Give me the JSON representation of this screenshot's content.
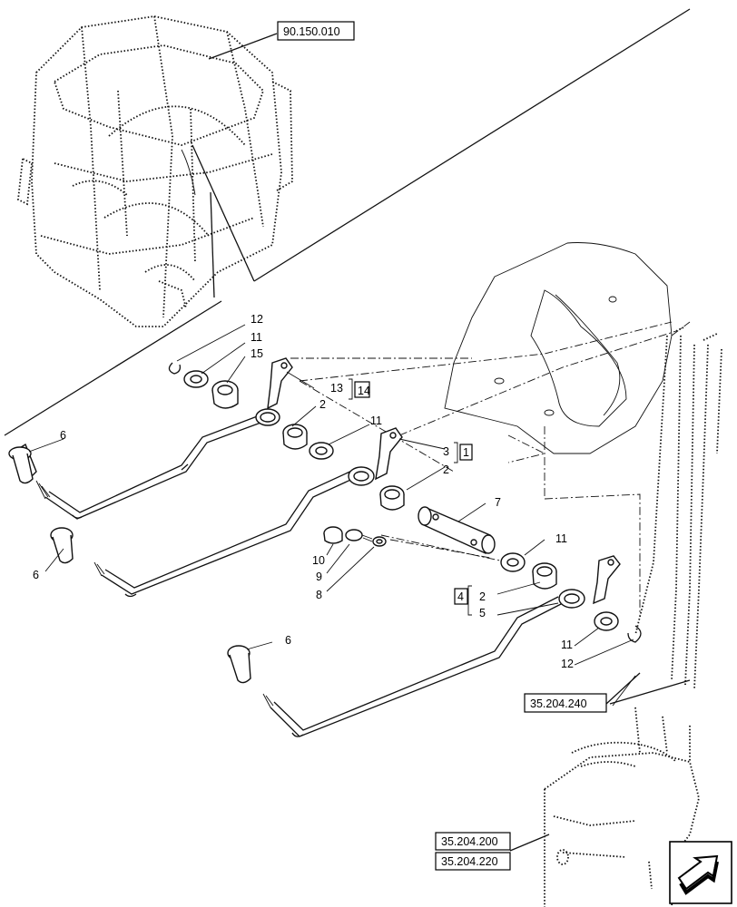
{
  "references": {
    "top": "90.150.010",
    "middle": "35.204.240",
    "bottom_a": "35.204.200",
    "bottom_b": "35.204.220"
  },
  "callouts": {
    "c12a": "12",
    "c11a": "11",
    "c15": "15",
    "c13": "13",
    "c14": "14",
    "c2a": "2",
    "c11b": "11",
    "c6a": "6",
    "c3": "3",
    "c1": "1",
    "c2b": "2",
    "c7": "7",
    "c10": "10",
    "c9": "9",
    "c8": "8",
    "c6b": "6",
    "c11c": "11",
    "c4": "4",
    "c2c": "2",
    "c5": "5",
    "c11d": "11",
    "c12b": "12",
    "c6c": "6"
  },
  "icons": [
    "cab-frame-icon",
    "next-page-arrow-icon"
  ]
}
